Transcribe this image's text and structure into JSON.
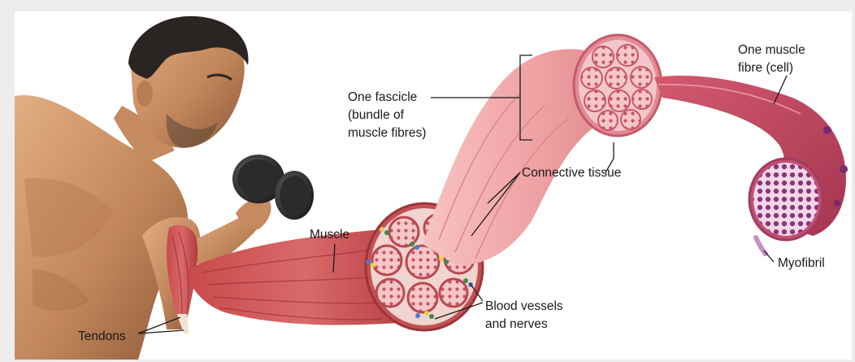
{
  "labels": {
    "fascicle": [
      "One fascicle",
      "(bundle of",
      "muscle fibres)"
    ],
    "muscle_fibre": [
      "One muscle",
      "fibre (cell)"
    ],
    "connective_tissue": "Connective tissue",
    "muscle": "Muscle",
    "blood_vessels": [
      "Blood vessels",
      "and nerves"
    ],
    "myofibril": "Myofibril",
    "tendons": "Tendons"
  },
  "colors": {
    "background": "#ececec",
    "panel": "#ffffff",
    "muscle_dark": "#b3393c",
    "muscle_mid": "#d96a6b",
    "fascicle_pink": "#f0a3a5",
    "fibre_purple": "#9b2f6e",
    "skin": "#c88a5e",
    "hair": "#2a2522",
    "dumbbell": "#2b2b2b"
  }
}
